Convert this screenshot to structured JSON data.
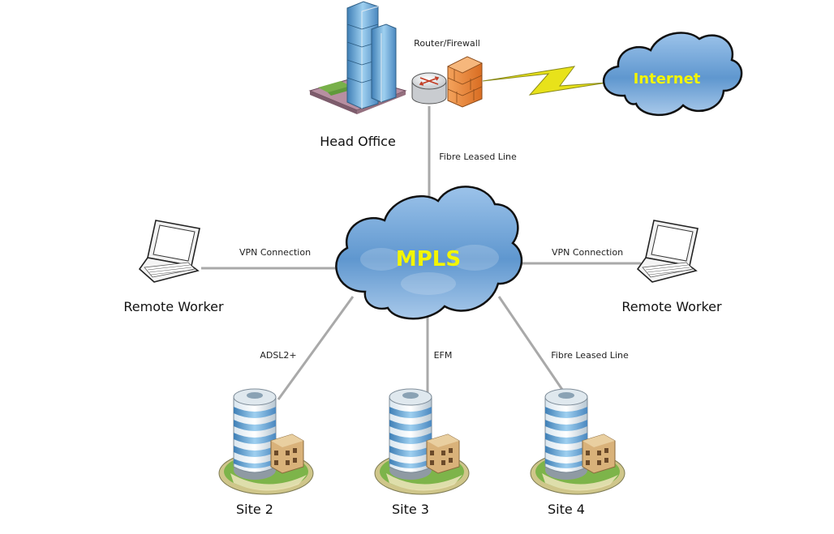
{
  "colors": {
    "accent": "#f3f500",
    "link": "#a9a9a9",
    "cloud_fill": "#6fa3d6",
    "cloud_outline": "#111111",
    "firewall": "#e8853a",
    "lightning": "#e8e21a"
  },
  "head_office": {
    "label": "Head Office",
    "icon": "office-tower-icon"
  },
  "router_firewall": {
    "label": "Router/Firewall",
    "router_icon": "router-icon",
    "firewall_icon": "firewall-icon"
  },
  "internet": {
    "label": "Internet",
    "icon": "cloud-icon",
    "link_icon": "lightning-bolt-icon"
  },
  "mpls": {
    "label": "MPLS",
    "icon": "cloud-icon"
  },
  "links": {
    "head_office": "Fibre Leased Line",
    "remote_left": "VPN Connection",
    "remote_right": "VPN Connection",
    "site2": "ADSL2+",
    "site3": "EFM",
    "site4": "Fibre Leased Line"
  },
  "remote_workers": [
    {
      "label": "Remote Worker",
      "icon": "laptop-icon"
    },
    {
      "label": "Remote Worker",
      "icon": "laptop-icon"
    }
  ],
  "sites": [
    {
      "label": "Site 2",
      "icon": "building-icon"
    },
    {
      "label": "Site 3",
      "icon": "building-icon"
    },
    {
      "label": "Site 4",
      "icon": "building-icon"
    }
  ]
}
